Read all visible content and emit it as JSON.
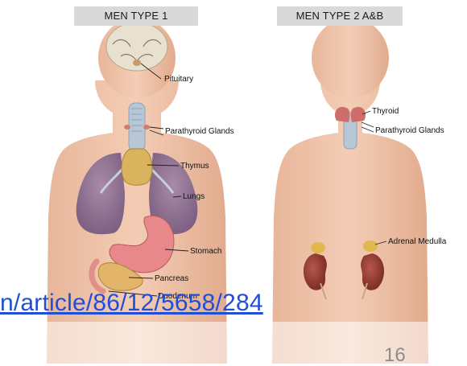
{
  "panels": {
    "left_title": "MEN TYPE 1",
    "right_title": "MEN TYPE 2 A&B"
  },
  "labels_left": {
    "pituitary": "Pituitary",
    "parathyroid": "Parathyroid Glands",
    "thymus": "Thymus",
    "lungs": "Lungs",
    "stomach": "Stomach",
    "pancreas": "Pancreas",
    "duodenum": "Duodenum"
  },
  "labels_right": {
    "thyroid": "Thyroid",
    "parathyroid": "Parathyroid Glands",
    "adrenal": "Adrenal Medulla"
  },
  "link_text": "n/article/86/12/5658/284",
  "page_number": "16"
}
